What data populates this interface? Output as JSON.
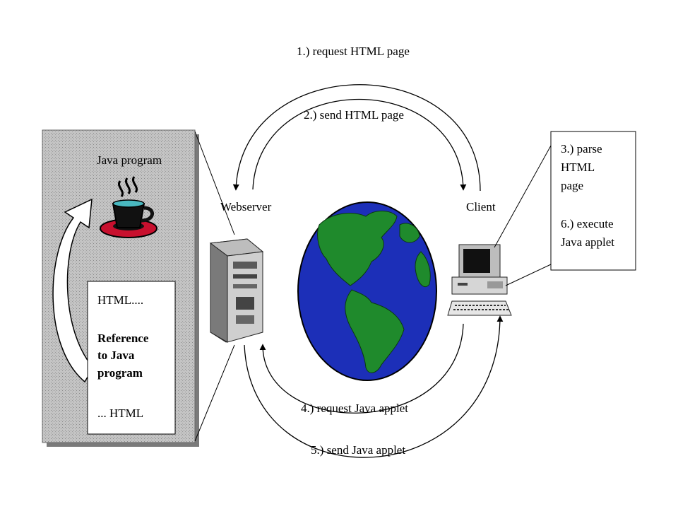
{
  "diagram": {
    "steps": {
      "step1": "1.) request HTML page",
      "step2": "2.) send HTML page",
      "step4": "4.) request Java applet",
      "step5": "5.) send Java applet"
    },
    "nodes": {
      "webserver": "Webserver",
      "client": "Client",
      "java_program": "Java program"
    },
    "html_doc": {
      "line1": "HTML....",
      "ref1": "Reference",
      "ref2": "to Java",
      "ref3": "program",
      "line_end": "... HTML"
    },
    "client_note": {
      "l1": "3.) parse",
      "l2": "HTML",
      "l3": "page",
      "l4": "6.) execute",
      "l5": "Java applet"
    }
  },
  "colors": {
    "ocean": "#1c2fb8",
    "land": "#1f8a2c",
    "panel": "#b5b5b5",
    "cup_teal": "#49b8c0",
    "saucer_red": "#c8102e"
  }
}
